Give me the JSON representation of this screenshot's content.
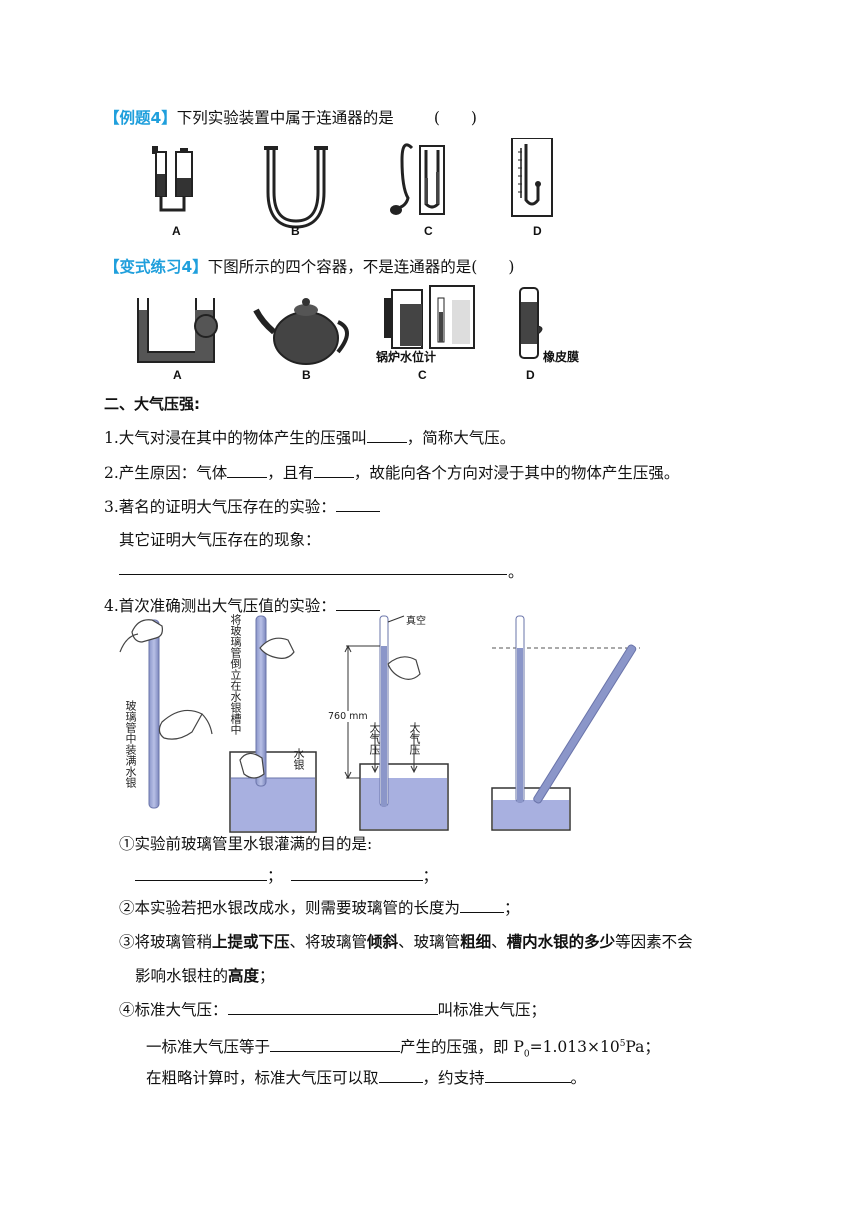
{
  "example4": {
    "tag": "【例题4】",
    "question": "下列实验装置中属于连通器的是",
    "paren": "(　　)",
    "labels": [
      "A",
      "B",
      "C",
      "D"
    ]
  },
  "variant4": {
    "tag": "【变式练习4】",
    "question": "下图所示的四个容器，不是连通器的是(　　)",
    "labels": [
      "A",
      "B",
      "C",
      "D"
    ],
    "callout_c": "锅炉水位计",
    "callout_d": "橡皮膜"
  },
  "section2": {
    "heading": "二、大气压强:",
    "item1_a": "1.大气对浸在其中的物体产生的压强叫",
    "item1_b": "，简称大气压。",
    "item2_a": "2.产生原因：气体",
    "item2_b": "，且有",
    "item2_c": "，故能向各个方向对浸于其中的物体产生压强。",
    "item3": "3.著名的证明大气压存在的实验：",
    "item3_other": "其它证明大气压存在的现象：",
    "item3_end": "。",
    "item4": "4.首次准确测出大气压值的实验："
  },
  "figure": {
    "panel1_text": "玻璃管中装满水银",
    "panel2_text": "将玻璃管倒立在水银槽中",
    "mercury": "水银",
    "vacuum": "真空",
    "height": "760 mm",
    "atm_left": "大气压",
    "atm_right": "大气压"
  },
  "questions": {
    "q1": "①实验前玻璃管里水银灌满的目的是:",
    "q1_sep1": "；",
    "q1_sep2": "；",
    "q2_a": "②本实验若把水银改成水，则需要玻璃管的长度为",
    "q2_b": "；",
    "q3_a": "③将玻璃管稍",
    "q3_b1": "上提或下压",
    "q3_c": "、将玻璃管",
    "q3_b2": "倾斜",
    "q3_d": "、玻璃管",
    "q3_b3": "粗细",
    "q3_e": "、",
    "q3_b4": "槽内水银的多少",
    "q3_f": "等因素不会",
    "q3_g": "影响水银柱的",
    "q3_b5": "高度",
    "q3_h": "；",
    "q4_a": "④标准大气压：",
    "q4_b": "叫标准大气压；",
    "q4_line2_a": "一标准大气压等于",
    "q4_line2_b": "产生的压强，即 P",
    "q4_line2_sub": "0",
    "q4_line2_c": "=1.013×10",
    "q4_line2_sup": "5",
    "q4_line2_d": "Pa；",
    "q4_line3_a": "在粗略计算时，标准大气压可以取",
    "q4_line3_b": "，约支持",
    "q4_line3_c": "。"
  }
}
